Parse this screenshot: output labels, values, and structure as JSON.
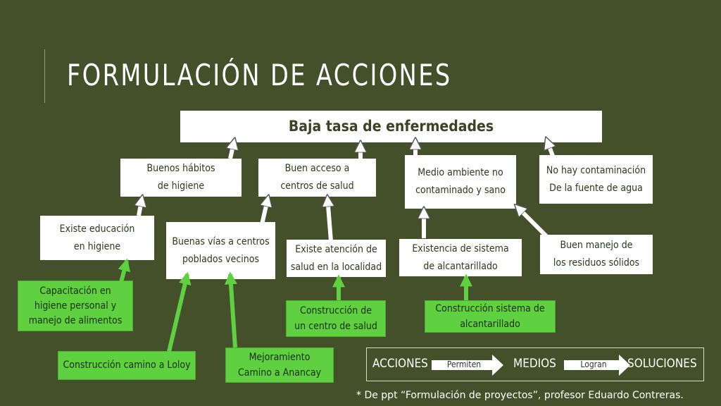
{
  "title": "FORMULACIÓN DE ACCIONES",
  "top_box": "Baja tasa de enfermedades",
  "medios": {
    "buenos_habitos": [
      "Buenos hábitos",
      "de higiene"
    ],
    "buen_acceso": [
      "Buen acceso a",
      "centros de salud"
    ],
    "medio_ambiente": [
      "Medio ambiente no",
      "contaminado y sano"
    ],
    "no_contaminacion": [
      "No hay contaminación",
      "De la fuente de agua"
    ],
    "existe_educacion": [
      "Existe educación",
      "en higiene"
    ],
    "buenas_vias": [
      "Buenas vías a centros",
      "poblados vecinos"
    ],
    "existe_atencion": [
      "Existe atención de",
      "salud en la localidad"
    ],
    "existencia_alcantarillado": [
      "Existencia de sistema",
      "de alcantarillado"
    ],
    "buen_manejo": [
      "Buen manejo de",
      "los residuos sólidos"
    ]
  },
  "acciones": {
    "capacitacion": [
      "Capacitación en",
      "higiene personal y",
      "manejo de alimentos"
    ],
    "construccion_centro": [
      "Construcción de",
      "un centro de salud"
    ],
    "construccion_alcantarillado": [
      "Construcción sistema de",
      "alcantarillado"
    ],
    "camino_loloy": [
      "Construcción camino a  Loloy"
    ],
    "camino_anancay": [
      "Mejoramiento",
      "Camino a Anancay"
    ]
  },
  "legend": {
    "acciones": "ACCIONES",
    "permiten": "Permiten",
    "medios": "MEDIOS",
    "logran": "Logran",
    "soluciones": "SOLUCIONES"
  },
  "footnote": "* De ppt “Formulación de proyectos”, profesor Eduardo Contreras.",
  "colors": {
    "background": "#44502a",
    "medio_box": "#ffffff",
    "accion_box": "#5fd040",
    "arrow_green": "#5fd040"
  }
}
